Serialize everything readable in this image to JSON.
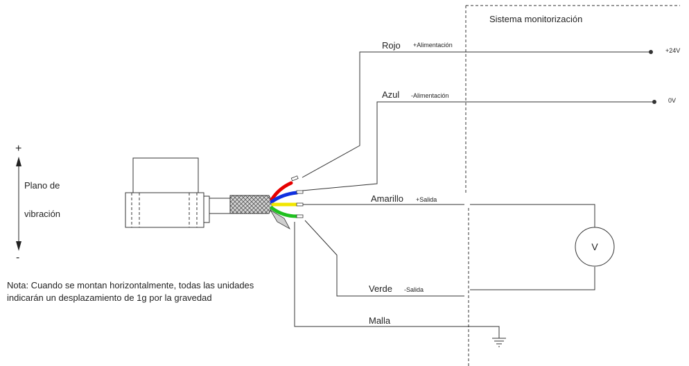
{
  "system": {
    "title": "Sistema monitorización"
  },
  "wires": {
    "rojo": {
      "name": "Rojo",
      "func": "+Alimentación",
      "terminal": "+24V",
      "color": "#e60000"
    },
    "azul": {
      "name": "Azul",
      "func": "-Alimentación",
      "terminal": "0V",
      "color": "#1030e0"
    },
    "amarillo": {
      "name": "Amarillo",
      "func": "+Salida",
      "color": "#f2e600"
    },
    "verde": {
      "name": "Verde",
      "func": "-Salida",
      "color": "#20c020"
    },
    "malla": {
      "name": "Malla"
    }
  },
  "voltmeter": {
    "label": "V"
  },
  "vibration": {
    "plus": "+",
    "minus": "-",
    "line1": "Plano de",
    "line2": "vibración"
  },
  "note": {
    "line1": "Nota: Cuando se montan horizontalmente, todas las unidades",
    "line2": "indicarán un desplazamiento de 1g por la gravedad"
  }
}
